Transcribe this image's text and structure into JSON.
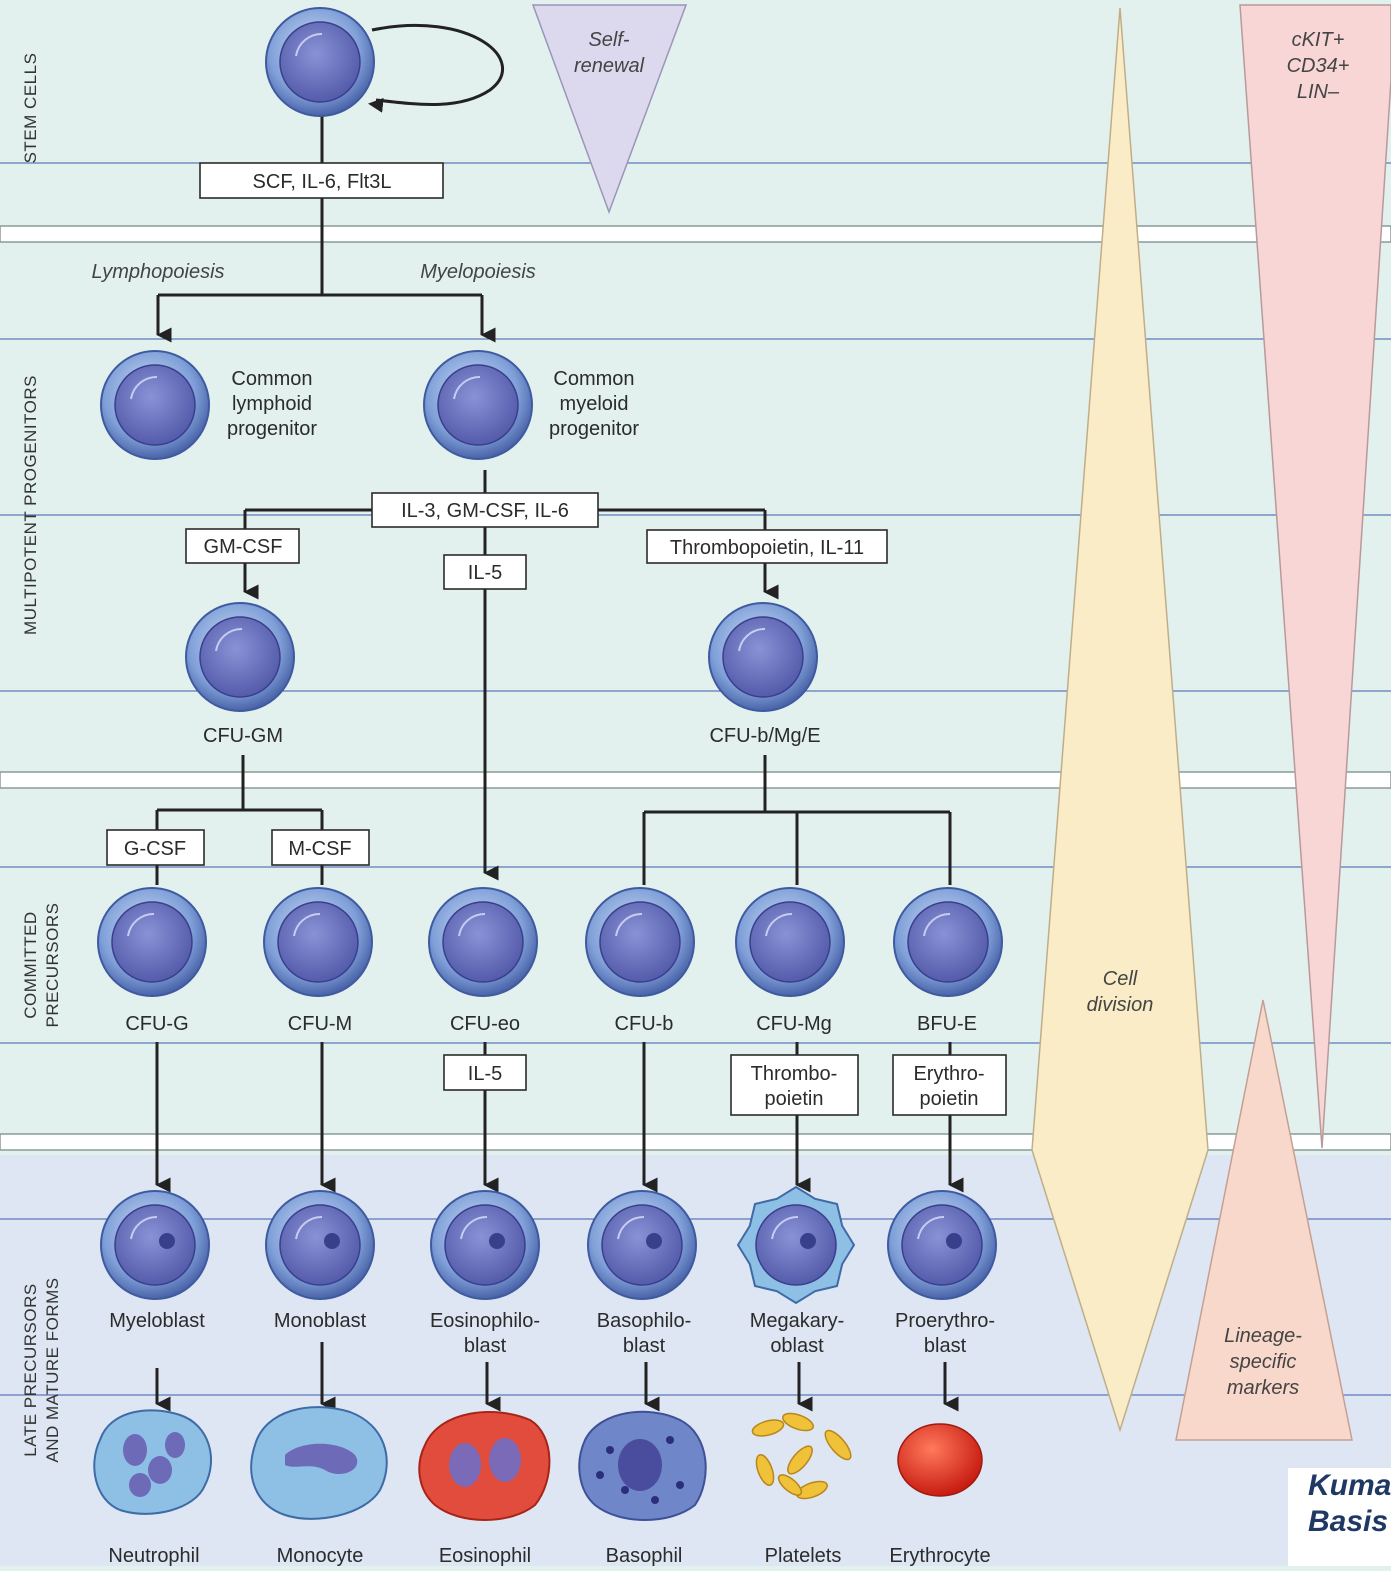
{
  "stages": {
    "stem": "STEM CELLS",
    "multipotent": "MULTIPOTENT PROGENITORS",
    "committed": [
      "COMMITTED",
      "PRECURSORS"
    ],
    "late": [
      "LATE PRECURSORS",
      "AND MATURE FORMS"
    ]
  },
  "self_renewal": [
    "Self-",
    "renewal"
  ],
  "markers": [
    "cKIT+",
    "CD34+",
    "LIN–"
  ],
  "cell_division": [
    "Cell",
    "division"
  ],
  "lineage_markers": [
    "Lineage-",
    "specific",
    "markers"
  ],
  "boxes": {
    "stem_factors": "SCF, IL-6, Flt3L",
    "myeloid_factors": "IL-3, GM-CSF, IL-6",
    "gm_csf": "GM-CSF",
    "il5_a": "IL-5",
    "tpo_il11": "Thrombopoietin, IL-11",
    "g_csf": "G-CSF",
    "m_csf": "M-CSF",
    "il5_b": "IL-5",
    "tpo": [
      "Thrombo-",
      "poietin"
    ],
    "epo": [
      "Erythro-",
      "poietin"
    ]
  },
  "paths": {
    "lymphopoiesis": "Lymphopoiesis",
    "myelopoiesis": "Myelopoiesis"
  },
  "progenitors": {
    "lymphoid": [
      "Common",
      "lymphoid",
      "progenitor"
    ],
    "myeloid": [
      "Common",
      "myeloid",
      "progenitor"
    ],
    "cfu_gm": "CFU-GM",
    "cfu_bmge": "CFU-b/Mg/E"
  },
  "committed": [
    "CFU-G",
    "CFU-M",
    "CFU-eo",
    "CFU-b",
    "CFU-Mg",
    "BFU-E"
  ],
  "blasts": [
    [
      "Myeloblast"
    ],
    [
      "Monoblast"
    ],
    [
      "Eosinophilo-",
      "blast"
    ],
    [
      "Basophilo-",
      "blast"
    ],
    [
      "Megakary-",
      "oblast"
    ],
    [
      "Proerythro-",
      "blast"
    ]
  ],
  "mature": [
    "Neutrophil",
    "Monocyte",
    "Eosinophil",
    "Basophil",
    "Platelets",
    "Erythrocyte"
  ],
  "citation": [
    "Kumar",
    "Basis"
  ],
  "colors": {
    "background": "#e2f0ee",
    "late_band": "#dde6f2",
    "cell": "#6d78c4",
    "self_renewal_tri": "#dcd8ee",
    "marker_tri": "#f8d6d6",
    "division_tri": "#fbecc8",
    "lineage_tri": "#f9d8cc",
    "eosinophil": "#e24c3c",
    "erythrocyte": "#e0281e",
    "platelet": "#f0c23a"
  }
}
